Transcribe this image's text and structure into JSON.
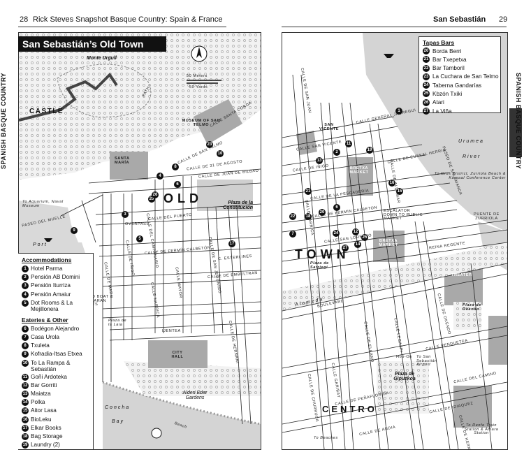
{
  "header_left": {
    "page": "28",
    "book": "Rick Steves Snapshot Basque Country: Spain & France"
  },
  "header_right": {
    "section": "San Sebastián",
    "page": "29"
  },
  "side_tab": "SPANISH BASQUE COUNTRY",
  "left_map": {
    "title": "San Sebastián’s Old Town",
    "places": {
      "monte_urgull": "Monte Urgull",
      "castle": "CASTLE",
      "museum": "MUSEUM OF SAN TELMO",
      "santa_maria": "SANTA MARÍA",
      "old": "OLD",
      "plaza_constitucion": "Plaza de la Constitución",
      "aquarium": "To Aquarium, Naval Museum",
      "port": "Port",
      "overpass": "OVERPASS",
      "island_boat": "ISLAND BOAT & CATAMARAN TICKETS",
      "plaza_laia": "Plaza de la Laia",
      "city_hall": "CITY HALL",
      "alderdi": "Alderi Eder Gardens",
      "concha": "Concha",
      "bay": "Bay",
      "beach": "Beach",
      "path": "PATH"
    },
    "scale": {
      "meters": "50 Meters",
      "yards": "50 Yards"
    },
    "streets": {
      "paseo_muelle": "PASEO DEL MUELLE",
      "calle_santa_corda": "CALLE SANTA CORDA",
      "calle_san_telmo": "CALLE DE SAN TELMO",
      "calle_31_agosto": "CALLE DE 31 DE AGOSTO",
      "calle_juan_bilbao": "CALLE DE JUAN DE BILBAO",
      "calle_puerto": "CALLE DEL PUERTO",
      "calle_fermin": "CALLE DE FERMÍN CALBETÓN",
      "calle_esterlines": "C. ESTERLINES",
      "calle_embeltran": "CALLE DE EMBELTRAN",
      "calle_mari": "CALLE DE MARI",
      "calle_iñigo": "CALLE DE IÑIGO",
      "calle_mayor": "CALLE MAYOR",
      "calle_campanario": "CALLE DEL CAMPANARIO",
      "calle_narrica": "CALLE NARRICA",
      "calle_san_jeronimo": "CALLE DE SAN JERÓNIMO",
      "ijentea": "IJENTEA",
      "calle_hernani": "CALLE DE HERNANI"
    },
    "legend": {
      "accommodations_title": "Accommodations",
      "accommodations": [
        {
          "n": "1",
          "name": "Hotel Parma"
        },
        {
          "n": "2",
          "name": "Pensión AB Domini"
        },
        {
          "n": "3",
          "name": "Pensión Iturriza"
        },
        {
          "n": "4",
          "name": "Pensión Amaiur"
        },
        {
          "n": "5",
          "name": "Dot Rooms & La Mejillonera"
        }
      ],
      "eateries_title": "Eateries & Other",
      "eateries": [
        {
          "n": "6",
          "name": "Bodégon Alejandro"
        },
        {
          "n": "7",
          "name": "Casa Urola"
        },
        {
          "n": "8",
          "name": "Txuleta"
        },
        {
          "n": "9",
          "name": "Kofradia-Itsas Etxea"
        },
        {
          "n": "10",
          "name": "To La Rampa & Sebastián"
        },
        {
          "n": "11",
          "name": "Goñi Ardoteka"
        },
        {
          "n": "12",
          "name": "Bar Gorriti"
        },
        {
          "n": "13",
          "name": "Maiatza"
        },
        {
          "n": "14",
          "name": "Polka"
        },
        {
          "n": "15",
          "name": "Aitor Lasa"
        },
        {
          "n": "16",
          "name": "BioLeku"
        },
        {
          "n": "17",
          "name": "Elkar Books"
        },
        {
          "n": "18",
          "name": "Bag Storage"
        },
        {
          "n": "19",
          "name": "Laundry (2)"
        }
      ]
    },
    "markers": [
      "23",
      "10",
      "8",
      "4",
      "6",
      "20",
      "26",
      "3",
      "5",
      "9",
      "17"
    ]
  },
  "right_map": {
    "tapas_title": "Tapas Bars",
    "tapas": [
      {
        "n": "20",
        "name": "Borda Berri"
      },
      {
        "n": "21",
        "name": "Bar Txepetxa"
      },
      {
        "n": "22",
        "name": "Bar Tamboril"
      },
      {
        "n": "23",
        "name": "La Cuchara de San Telmo"
      },
      {
        "n": "24",
        "name": "Taberna Gandarías"
      },
      {
        "n": "25",
        "name": "Kbzón Txiki"
      },
      {
        "n": "26",
        "name": "Atari"
      },
      {
        "n": "27",
        "name": "La Viña"
      }
    ],
    "places": {
      "san_vicente": "SAN VICENTE",
      "bretxa_top": "BRETXA MARKET",
      "bretxa_bottom": "BRETXA MARKET",
      "escalator": "ESCALATOR DOWN TO PUBLIC MARKET",
      "town": "TOWN",
      "plaza_sarriegi": "Plaza de Sarriegi",
      "urumea": "Urumea",
      "river": "River",
      "gros": "To Gros District, Zurriola Beach & Kursaal Conference Center",
      "puente": "PUENTE DE ZURRIOLA",
      "theater": "THEATER",
      "plaza_okendo": "Plaza de Okendo",
      "alameda": "Alameda",
      "boulevard": "BOULEVARD",
      "hop_on": "Hop-On",
      "airport": "To San Sebastián Airport",
      "plaza_gipuzkoa": "Plaza de Gipuzkoa",
      "centro": "CENTRO",
      "beaches": "To Beaches",
      "renfe": "To Renfe Train Station & Amara Station"
    },
    "streets": {
      "calle_san_juan": "CALLE DE SAN JUAN",
      "calle_general_jauregui": "CALLE GENERAL JAUREGUI",
      "calle_san_vicente": "CALLE SAN VICENTE",
      "calle_euskal": "CALLE DE EUSKAL HERRIA",
      "calle_iñigo": "CALLE DE IÑIGO",
      "calle_pescaderia": "CALLE DE LA PESCADERÍA",
      "calle_aldamar": "CALLE DE ALDAMAR",
      "calle_fermin": "CALLE DE FERMIN CALBETON",
      "calle_san_lorenzo": "CALLE SAN LORENZO",
      "paseo_salamanca": "PASEO DE SALAMANCA",
      "calle_narrica": "CALLE NARRICA",
      "reina_regente": "REINA REGENTE",
      "calle_okendo": "CALLE DE OKENDO",
      "calle_legazpi": "CALLE LEGAZPI",
      "calle_elkano": "CALLE DE ELKANO",
      "calle_garibay": "CALLE GARIBAY",
      "calle_churruca": "CALLE DE CHURRUCA",
      "calle_andia": "CALLE DE ANDIA",
      "calle_penaflorida": "CALLE DE PEÑAFLORIDA",
      "calle_idiaquez": "CALLE DE IDIAQUEZ",
      "calle_camino": "CALLE DEL CAMINO",
      "calle_pendueles": "CALLE PENDUETEA",
      "calle_hernani": "CALLE DE HERNANI"
    },
    "markers": [
      "1",
      "11",
      "19",
      "2",
      "13",
      "16",
      "15",
      "21",
      "6",
      "20",
      "18",
      "22",
      "7",
      "12",
      "25",
      "14",
      "27",
      "24"
    ]
  }
}
